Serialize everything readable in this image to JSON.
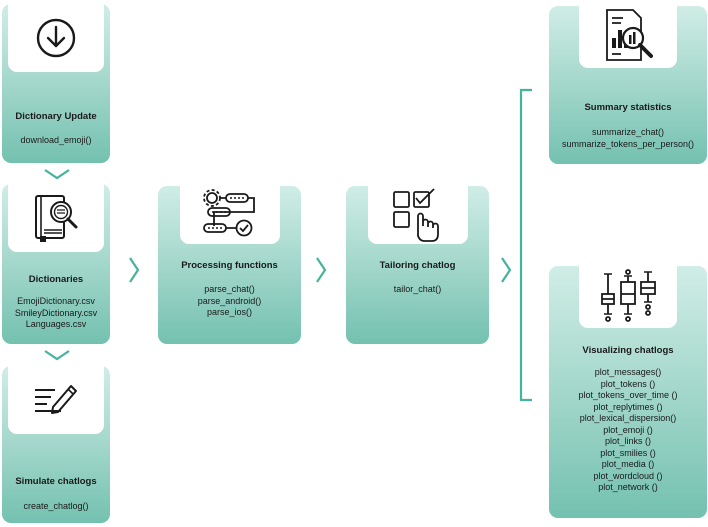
{
  "colors": {
    "accent": "#46b39c",
    "card_top": "#d0ede6",
    "card_bottom": "#74c1b0",
    "icon_box": "#ffffff",
    "text": "#1a1a1a"
  },
  "cards": {
    "dictionary_update": {
      "icon": "download-circle-icon",
      "title": "Dictionary Update",
      "lines": [
        "download_emoji()"
      ]
    },
    "dictionaries": {
      "icon": "book-magnifier-icon",
      "title": "Dictionaries",
      "lines": [
        "EmojiDictionary.csv",
        "SmileyDictionary.csv",
        "Languages.csv"
      ]
    },
    "simulate": {
      "icon": "list-pencil-icon",
      "title": "Simulate chatlogs",
      "lines": [
        "create_chatlog()"
      ]
    },
    "processing": {
      "icon": "gear-flow-icon",
      "title": "Processing functions",
      "lines": [
        "parse_chat()",
        "parse_android()",
        "parse_ios()"
      ]
    },
    "tailoring": {
      "icon": "grid-select-hand-icon",
      "title": "Tailoring chatlog",
      "lines": [
        "tailor_chat()"
      ]
    },
    "summary": {
      "icon": "report-magnifier-icon",
      "title": "Summary statistics",
      "lines": [
        "summarize_chat()",
        "summarize_tokens_per_person()"
      ]
    },
    "visualizing": {
      "icon": "boxplot-icon",
      "title": "Visualizing chatlogs",
      "lines": [
        "plot_messages()",
        "plot_tokens ()",
        "plot_tokens_over_time ()",
        "plot_replytimes ()",
        "plot_lexical_dispersion()",
        "plot_emoji ()",
        "plot_links ()",
        "plot_smilies ()",
        "plot_media ()",
        "plot_wordcloud ()",
        "plot_network ()"
      ]
    }
  }
}
